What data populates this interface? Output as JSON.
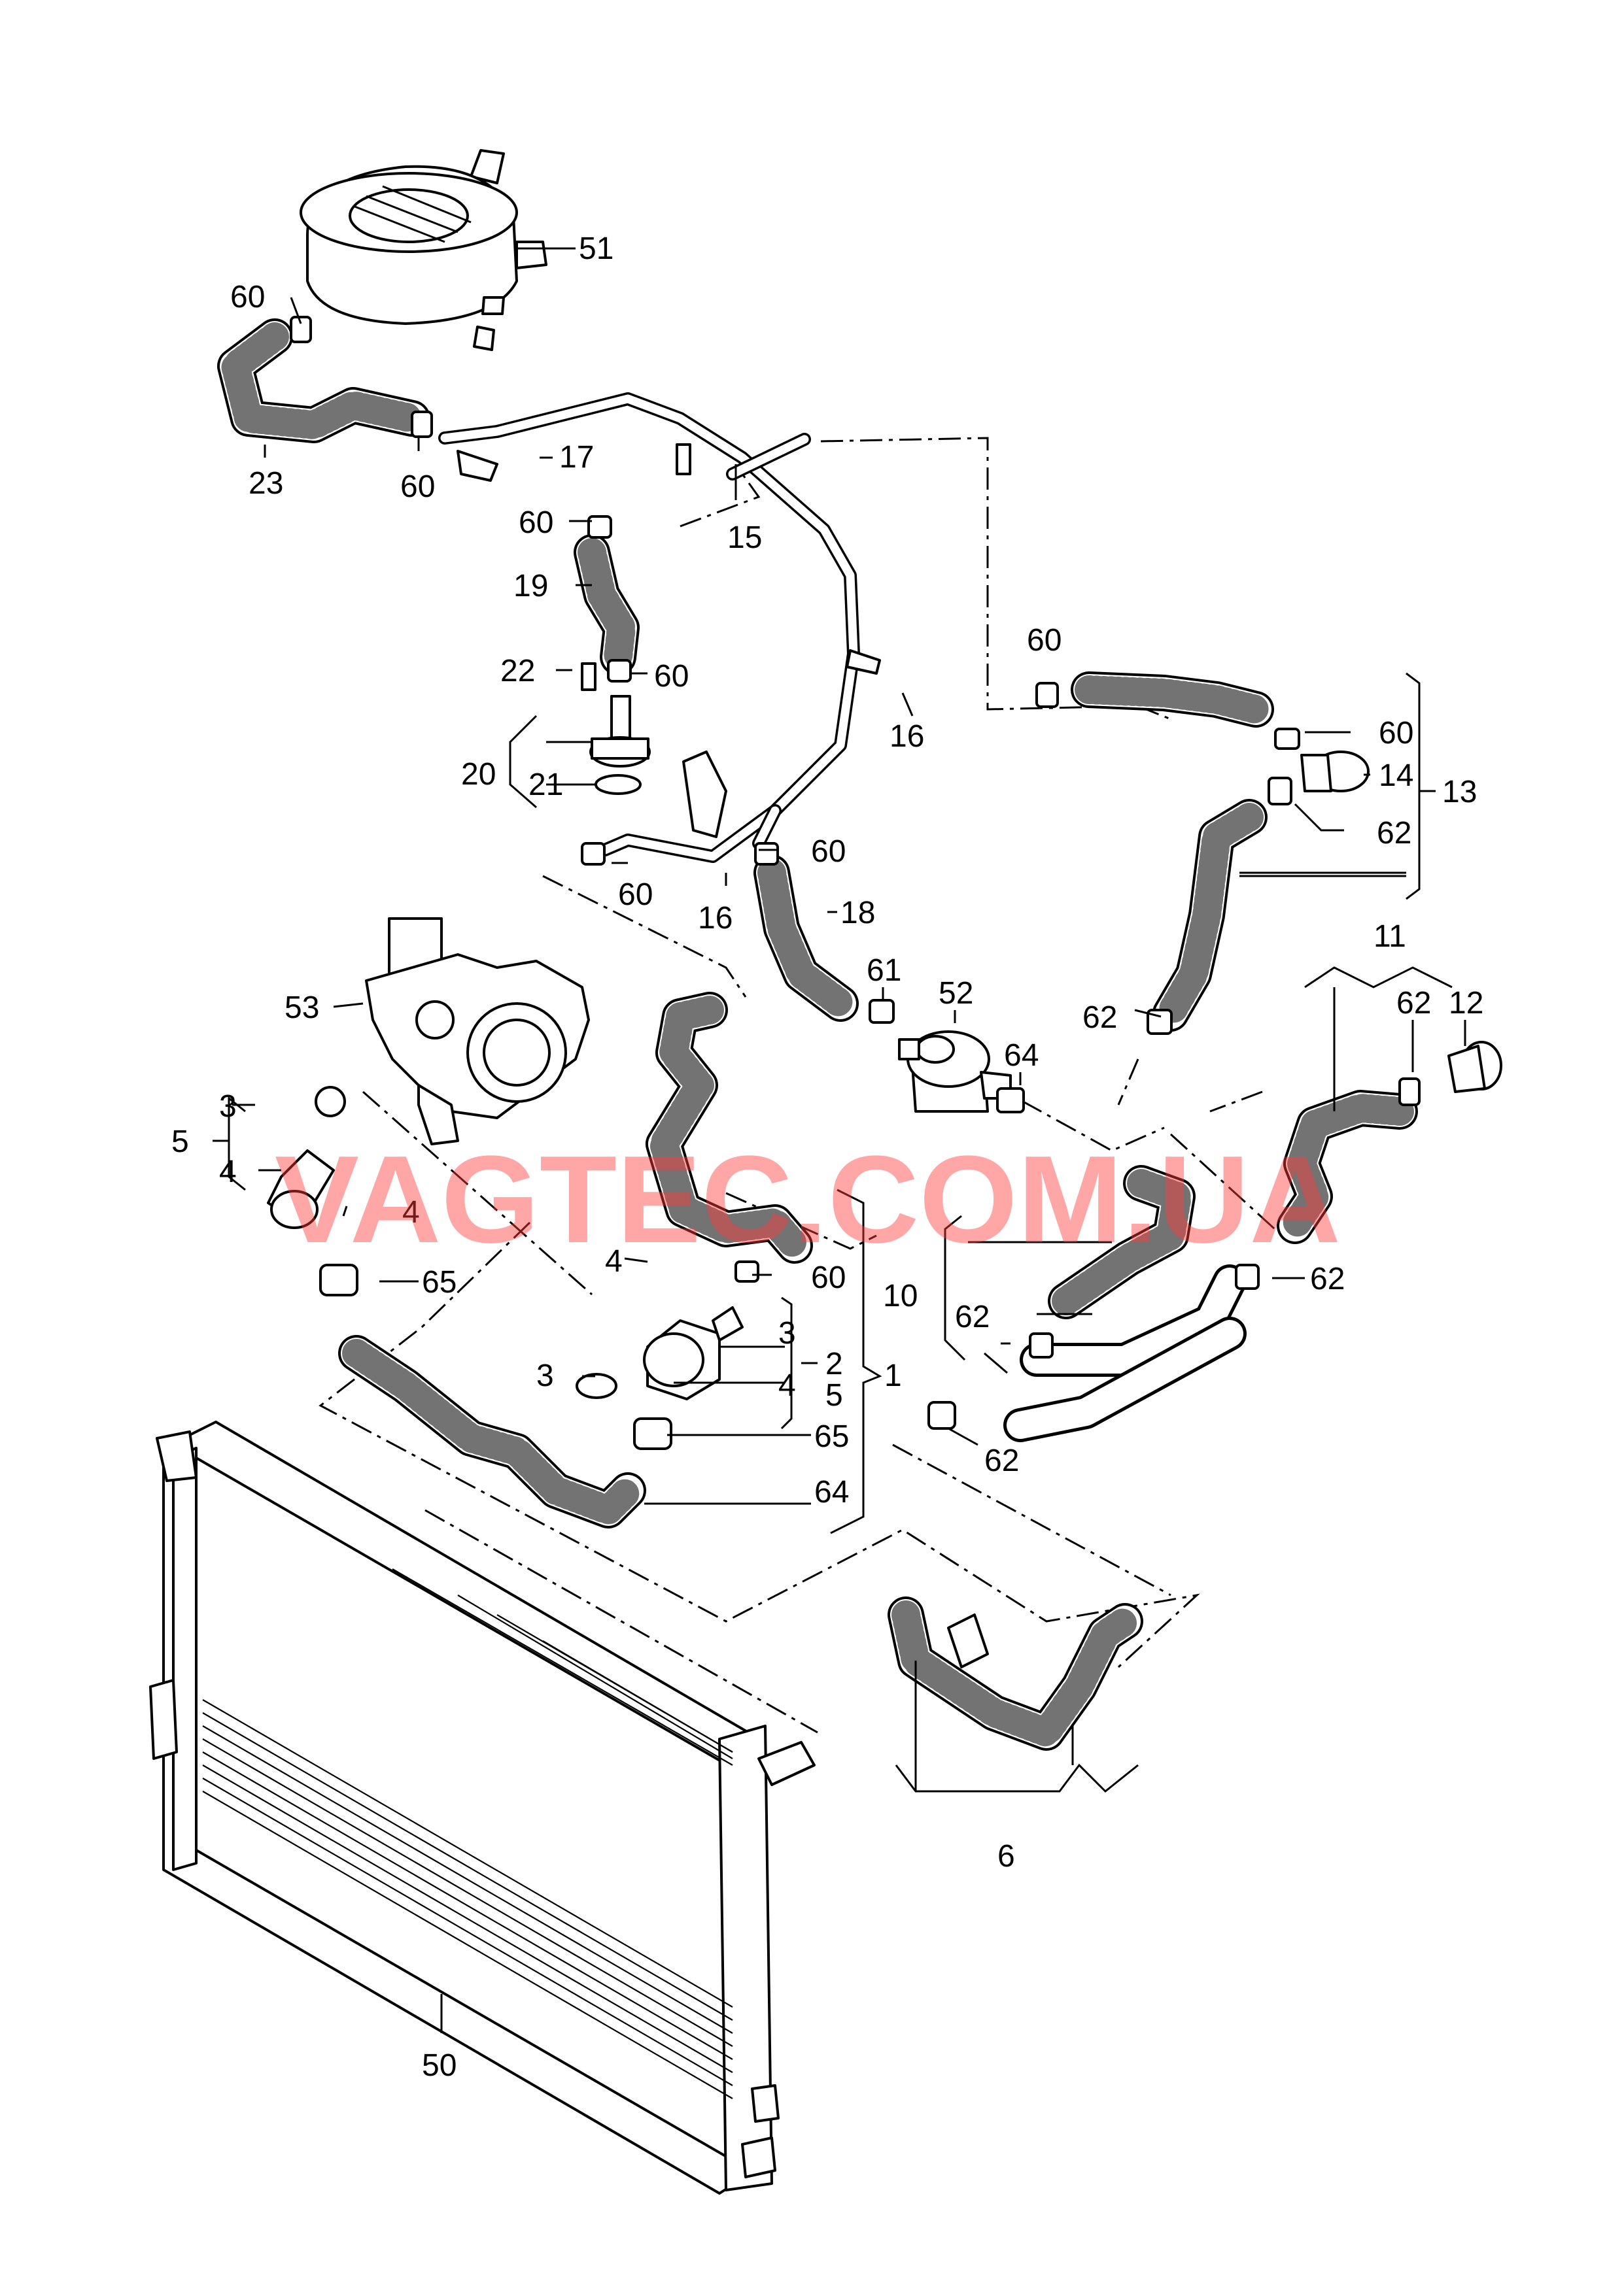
{
  "watermark": "VAGTEC.COM.UA",
  "callouts": [
    {
      "id": "c51",
      "text": "51"
    },
    {
      "id": "c60a",
      "text": "60"
    },
    {
      "id": "c23",
      "text": "23"
    },
    {
      "id": "c60b",
      "text": "60"
    },
    {
      "id": "c17",
      "text": "17"
    },
    {
      "id": "c60c",
      "text": "60"
    },
    {
      "id": "c15",
      "text": "15"
    },
    {
      "id": "c19",
      "text": "19"
    },
    {
      "id": "c22",
      "text": "22"
    },
    {
      "id": "c60d",
      "text": "60"
    },
    {
      "id": "c20",
      "text": "20"
    },
    {
      "id": "c21",
      "text": "21"
    },
    {
      "id": "c16a",
      "text": "16"
    },
    {
      "id": "c60e",
      "text": "60"
    },
    {
      "id": "c60f",
      "text": "60"
    },
    {
      "id": "c14",
      "text": "14"
    },
    {
      "id": "c62a",
      "text": "62"
    },
    {
      "id": "c13",
      "text": "13"
    },
    {
      "id": "c60g",
      "text": "60"
    },
    {
      "id": "c60h",
      "text": "60"
    },
    {
      "id": "c16b",
      "text": "16"
    },
    {
      "id": "c18",
      "text": "18"
    },
    {
      "id": "c61",
      "text": "61"
    },
    {
      "id": "c52",
      "text": "52"
    },
    {
      "id": "c64a",
      "text": "64"
    },
    {
      "id": "c11",
      "text": "11"
    },
    {
      "id": "c62b",
      "text": "62"
    },
    {
      "id": "c12",
      "text": "12"
    },
    {
      "id": "c62c",
      "text": "62"
    },
    {
      "id": "c53",
      "text": "53"
    },
    {
      "id": "c3a",
      "text": "3"
    },
    {
      "id": "c5a",
      "text": "5"
    },
    {
      "id": "c4a",
      "text": "4"
    },
    {
      "id": "c4b",
      "text": "4"
    },
    {
      "id": "c65a",
      "text": "65"
    },
    {
      "id": "c4c",
      "text": "4"
    },
    {
      "id": "c60i",
      "text": "60"
    },
    {
      "id": "c3b",
      "text": "3"
    },
    {
      "id": "c2",
      "text": "2"
    },
    {
      "id": "c4d",
      "text": "4"
    },
    {
      "id": "c5b",
      "text": "5"
    },
    {
      "id": "c1",
      "text": "1"
    },
    {
      "id": "c3c",
      "text": "3"
    },
    {
      "id": "c65b",
      "text": "65"
    },
    {
      "id": "c64b",
      "text": "64"
    },
    {
      "id": "c10",
      "text": "10"
    },
    {
      "id": "c62d",
      "text": "62"
    },
    {
      "id": "c62e",
      "text": "62"
    },
    {
      "id": "c62f",
      "text": "62"
    },
    {
      "id": "c6",
      "text": "6"
    },
    {
      "id": "c50",
      "text": "50"
    }
  ]
}
